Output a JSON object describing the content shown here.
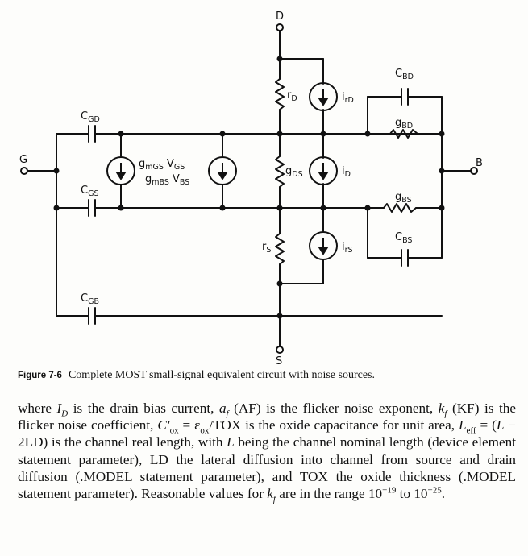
{
  "figure": {
    "nodes": {
      "drain": "D",
      "gate": "G",
      "bulk": "B",
      "source": "S"
    },
    "components": {
      "c_gd": {
        "main": "C",
        "sub": "GD"
      },
      "c_gs": {
        "main": "C",
        "sub": "GS"
      },
      "c_gb": {
        "main": "C",
        "sub": "GB"
      },
      "c_bd": {
        "main": "C",
        "sub": "BD"
      },
      "c_bs": {
        "main": "C",
        "sub": "BS"
      },
      "g_bd": {
        "main": "g",
        "sub": "BD"
      },
      "g_bs": {
        "main": "g",
        "sub": "BS"
      },
      "g_ds": {
        "main": "g",
        "sub": "DS"
      },
      "r_d": {
        "main": "r",
        "sub": "D"
      },
      "r_s": {
        "main": "r",
        "sub": "S"
      },
      "i_rd": {
        "main": "i",
        "sub": "rD"
      },
      "i_d": {
        "main": "i",
        "sub": "D"
      },
      "i_rs": {
        "main": "i",
        "sub": "rS"
      },
      "gm_gs": {
        "g": "g",
        "gsub": "mGS",
        "v": "V",
        "vsub": "GS"
      },
      "gm_bs": {
        "g": "g",
        "gsub": "mBS",
        "v": "V",
        "vsub": "BS"
      }
    },
    "caption_label": "Figure 7-6",
    "caption_text": "Complete MOST small-signal equivalent circuit with noise sources."
  },
  "paragraph": {
    "t1": "where ",
    "t2": " is the drain bias current, ",
    "t3": " (AF) is the flicker noise exponent, ",
    "t4": " (KF) is the flicker noise coefficient, ",
    "t5": "/TOX is the oxide capacitance for unit area, ",
    "t6": " = (",
    "t7": " − 2LD) is the channel real length, with ",
    "t8": " being the channel nominal length (device element statement parameter), LD the lateral diffusion into channel from source and drain diffusion (.MODEL statement parameter), and TOX the oxide thickness (.MODEL statement parameter). Reasonable values for ",
    "t9": " are in the range 10",
    "t10": " to 10",
    "t11": ".",
    "sym_id": "I",
    "sym_id_sub": "D",
    "sym_af": "a",
    "sym_af_sub": "f",
    "sym_kf": "k",
    "sym_kf_sub": "f",
    "sym_cox": "C′",
    "sym_cox_sub": "ox",
    "sym_eps": " = ε",
    "sym_eps_sub": "ox",
    "sym_leff": "L",
    "sym_leff_sub": "eff",
    "sym_l": "L",
    "sym_l2": "L",
    "sym_kf2": "k",
    "sym_kf2_sub": "f",
    "exp1": "−19",
    "exp2": "−25"
  }
}
